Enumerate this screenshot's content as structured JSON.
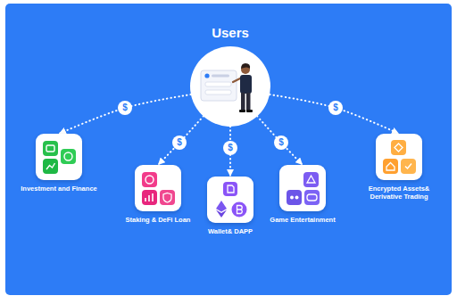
{
  "diagram": {
    "nodes": [
      {
        "text": [
          "Users"
        ]
      },
      {
        "text": [
          "Investment and Finance"
        ]
      },
      {
        "text": [
          "Staking & DeFi Loan"
        ]
      },
      {
        "text": [
          "Wallet& DAPP"
        ]
      },
      {
        "text": [
          "Game Entertainment"
        ]
      },
      {
        "text": [
          "Encrypted Assets& Derivative Trading"
        ]
      }
    ],
    "edges": [
      {
        "from": 0,
        "to": 1,
        "arrow": "to",
        "label": "$"
      },
      {
        "from": 0,
        "to": 2,
        "arrow": "to",
        "label": "$"
      },
      {
        "from": 0,
        "to": 3,
        "arrow": "to",
        "label": "$"
      },
      {
        "from": 0,
        "to": 4,
        "arrow": "to",
        "label": "$"
      },
      {
        "from": 0,
        "to": 5,
        "arrow": "to",
        "label": "$"
      }
    ]
  }
}
